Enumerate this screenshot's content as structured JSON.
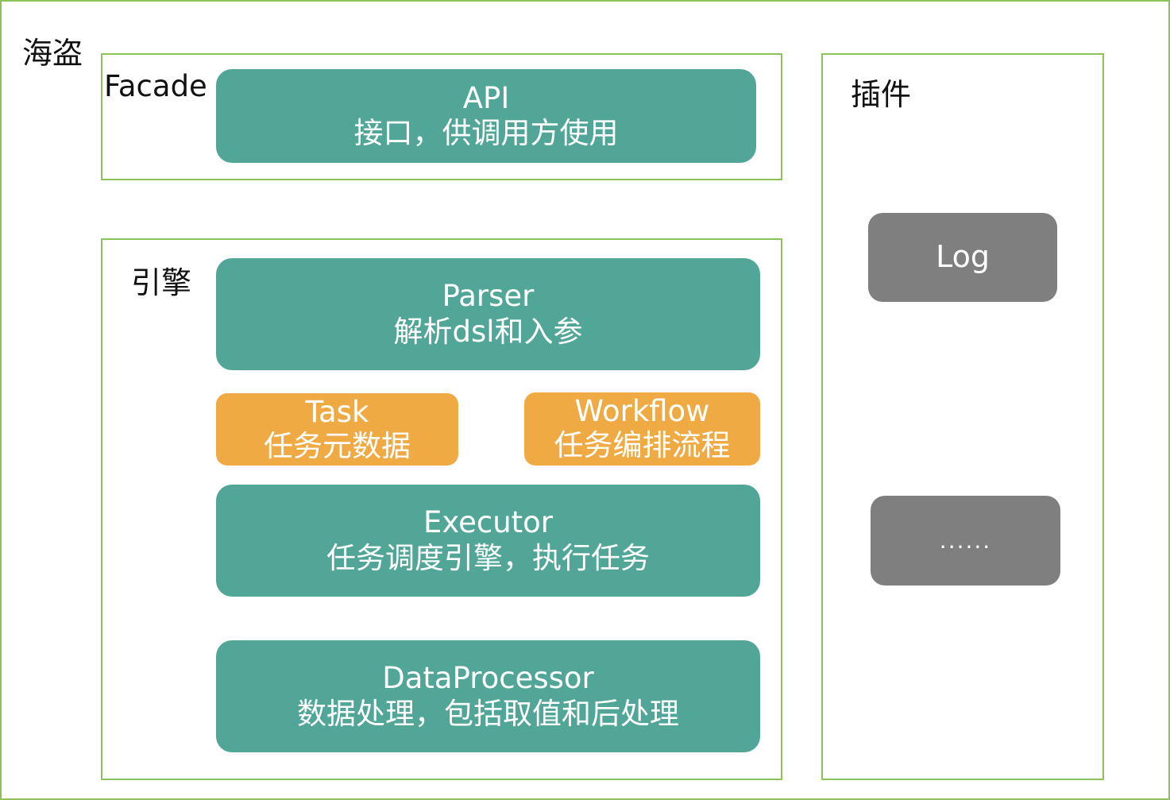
{
  "system": {
    "title": "海盗"
  },
  "facade": {
    "label": "Facade",
    "api": {
      "name": "API",
      "desc": "接口，供调用方使用"
    }
  },
  "engine": {
    "label": "引擎",
    "parser": {
      "name": "Parser",
      "desc": "解析dsl和入参"
    },
    "task": {
      "name": "Task",
      "desc": "任务元数据"
    },
    "workflow": {
      "name": "Workflow",
      "desc": "任务编排流程"
    },
    "executor": {
      "name": "Executor",
      "desc": "任务调度引擎，执行任务"
    },
    "data_processor": {
      "name": "DataProcessor",
      "desc": "数据处理，包括取值和后处理"
    }
  },
  "plugins": {
    "label": "插件",
    "items": [
      {
        "name": "Log"
      },
      {
        "name": "......"
      }
    ]
  },
  "colors": {
    "border": "#8dc15a",
    "teal": "#52a698",
    "orange": "#efaa44",
    "gray": "#7f7f7f"
  }
}
